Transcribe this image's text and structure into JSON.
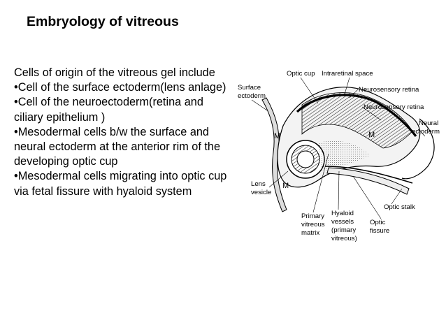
{
  "slide": {
    "title": "Embryology of vitreous",
    "paragraphs": [
      "Cells of origin of the vitreous gel include",
      "•Cell of the surface ectoderm(lens anlage)",
      "•Cell of the neuroectoderm(retina and ciliary epithelium )",
      "•Mesodermal cells b/w the surface and neural ectoderm at the anterior rim of the developing optic cup",
      "•Mesodermal cells migrating into optic cup via fetal fissure with hyaloid system"
    ]
  },
  "diagram": {
    "labels": {
      "optic_cup": "Optic cup",
      "intraretinal_space": "Intraretinal space",
      "surface": "Surface",
      "ectoderm": "ectoderm",
      "neurosensory_retina_1": "Neurosensory retina",
      "neurosensory_retina_2": "Neurosensory retina",
      "neural": "Neural",
      "neural_ectoderm": "ectoderm",
      "lens": "Lens",
      "vesicle": "vesicle",
      "primary": "Primary",
      "vitreous": "vitreous",
      "matrix": "matrix",
      "hyaloid": "Hyaloid",
      "vessels": "vessels",
      "primary_paren": "(primary",
      "vitreous_paren": "vitreous)",
      "optic_stalk": "Optic stalk",
      "optic": "Optic",
      "fissure": "fissure",
      "m1": "M",
      "m2": "M",
      "m3": "M"
    }
  }
}
